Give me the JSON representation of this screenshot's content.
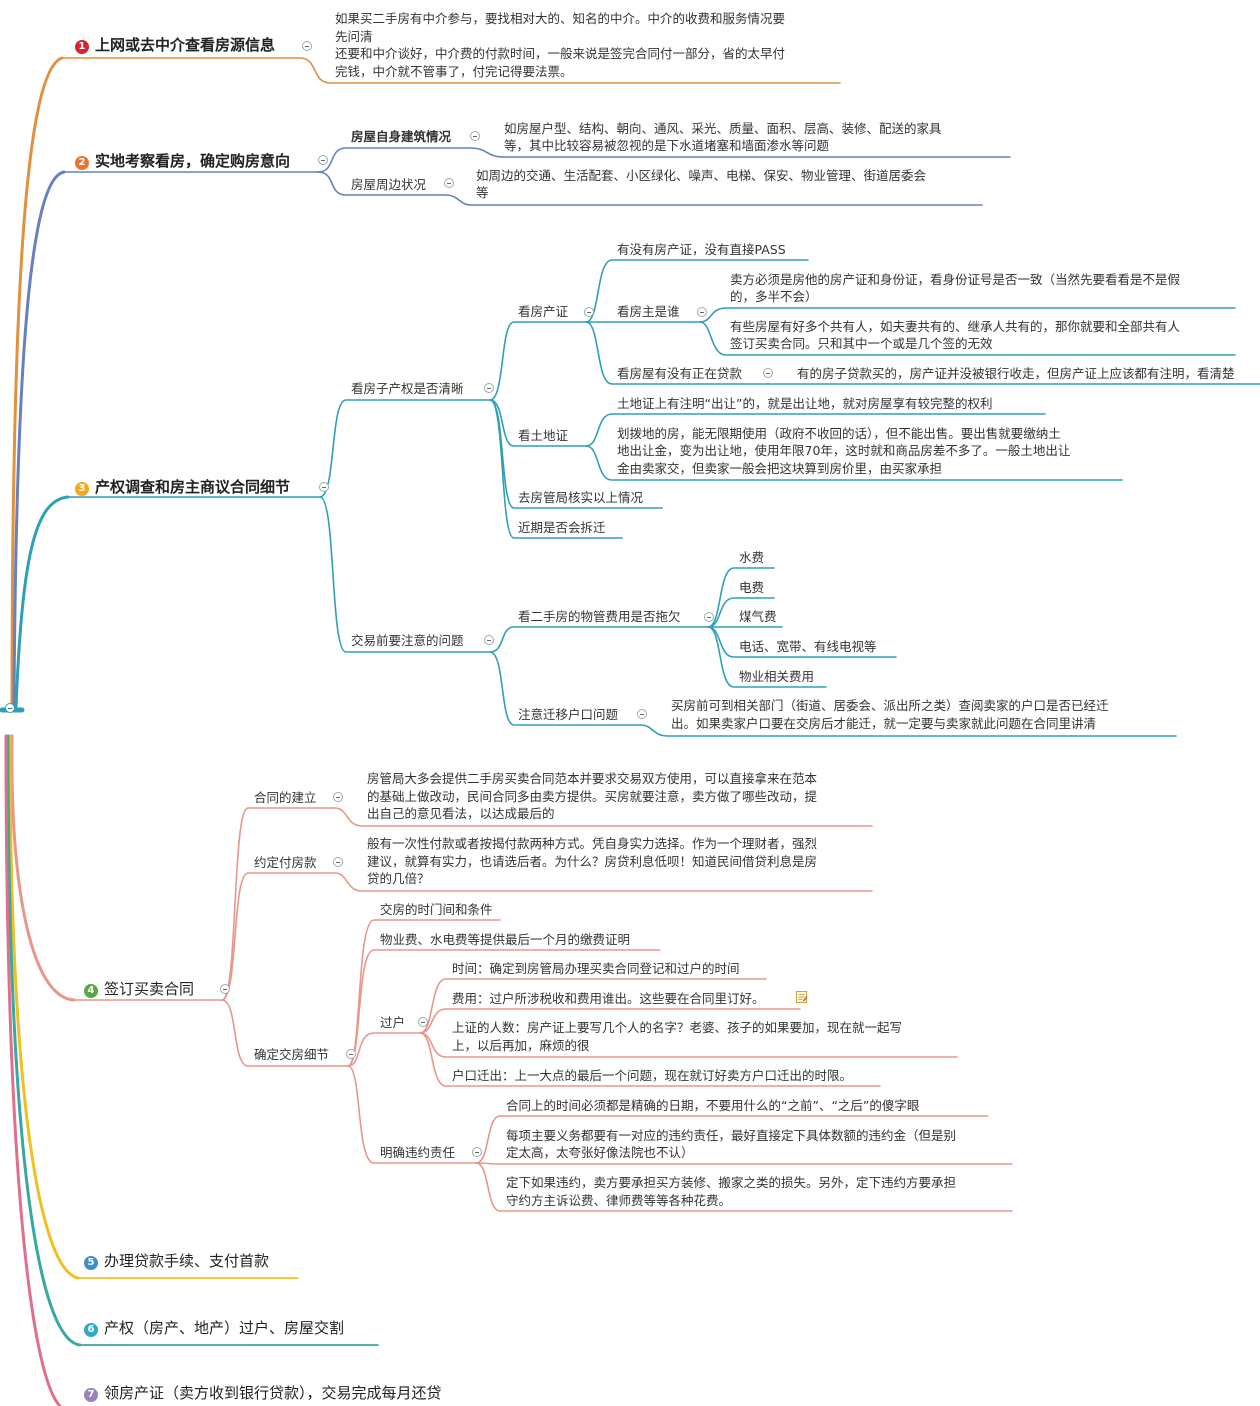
{
  "colors": {
    "branch1": "#e0913e",
    "branch2": "#6680c0",
    "branch3": "#2f9fb8",
    "branch4": "#e8958a",
    "branch5": "#f0c020",
    "branch6": "#38a8a0",
    "branch7": "#e06f8c",
    "badge1": "#d9232d",
    "badge2": "#e8772e",
    "badge3": "#f2a91e",
    "badge4": "#5aa845",
    "badge5": "#3a8fd0",
    "badge6": "#35a7c6",
    "badge7": "#9e7fc0"
  },
  "icons": [
    "collapse-toggle-icon",
    "note-icon"
  ],
  "b1": {
    "num": "1",
    "title": "上网或去中介查看房源信息",
    "note_l1": "如果买二手房有中介参与，要找相对大的、知名的中介。中介的收费和服务情况要",
    "note_l2": "先问清",
    "note_l3": "还要和中介谈好，中介费的付款时间，一般来说是签完合同付一部分，省的太早付",
    "note_l4": "完钱，中介就不管事了，付完记得要法票。"
  },
  "b2": {
    "num": "2",
    "title": "实地考察看房，确定购房意向",
    "c1": "房屋自身建筑情况",
    "c1_l1": "如房屋户型、结构、朝向、通风、采光、质量、面积、层高、装修、配送的家具",
    "c1_l2": "等，其中比较容易被忽视的是下水道堵塞和墙面渗水等问题",
    "c2": "房屋周边状况",
    "c2_l1": "如周边的交通、生活配套、小区绿化、噪声、电梯、保安、物业管理、街道居委会",
    "c2_l2": "等"
  },
  "b3": {
    "num": "3",
    "title": "产权调查和房主商议合同细节",
    "a": "看房子产权是否清晰",
    "a1": "看房产证",
    "a1a": "有没有房产证，没有直接PASS",
    "a1b": "看房主是谁",
    "a1b1_l1": "卖方必须是房他的房产证和身份证，看身份证号是否一致（当然先要看看是不是假",
    "a1b1_l2": "的，多半不会）",
    "a1b2_l1": "有些房屋有好多个共有人，如夫妻共有的、继承人共有的，那你就要和全部共有人",
    "a1b2_l2": "签订买卖合同。只和其中一个或是几个签的无效",
    "a1c": "看房屋有没有正在贷款",
    "a1c1": "有的房子贷款买的，房产证并没被银行收走，但房产证上应该都有注明，看清楚",
    "a2": "看土地证",
    "a2a": "土地证上有注明“出让”的，就是出让地，就对房屋享有较完整的权利",
    "a2b_l1": "划拨地的房，能无限期使用（政府不收回的话），但不能出售。要出售就要缴纳土",
    "a2b_l2": "地出让金，变为出让地，使用年限70年，这时就和商品房差不多了。一般土地出让",
    "a2b_l3": "金由卖家交，但卖家一般会把这块算到房价里，由买家承担",
    "a3": "去房管局核实以上情况",
    "a4": "近期是否会拆迁",
    "b": "交易前要注意的问题",
    "b1": "看二手房的物管费用是否拖欠",
    "b1a": "水费",
    "b1b": "电费",
    "b1c": "煤气费",
    "b1d": "电话、宽带、有线电视等",
    "b1e": "物业相关费用",
    "b2": "注意迁移户口问题",
    "b2a_l1": "买房前可到相关部门（街道、居委会、派出所之类）查阅卖家的户口是否已经迁",
    "b2a_l2": "出。如果卖家户口要在交房后才能迁，就一定要与卖家就此问题在合同里讲清"
  },
  "b4": {
    "num": "4",
    "title": "签订买卖合同",
    "a": "合同的建立",
    "a_l1": "房管局大多会提供二手房买卖合同范本并要求交易双方使用，可以直接拿来在范本",
    "a_l2": "的基础上做改动，民间合同多由卖方提供。买房就要注意，卖方做了哪些改动，提",
    "a_l3": "出自己的意见看法，以达成最后的",
    "b": "约定付房款",
    "b_l1": "般有一次性付款或者按揭付款两种方式。凭自身实力选择。作为一个理财者，强烈",
    "b_l2": "建议，就算有实力，也请选后者。为什么？房贷利息低呗！知道民间借贷利息是房",
    "b_l3": "贷的几倍？",
    "c": "确定交房细节",
    "c1": "交房的时门间和条件",
    "c2": "物业费、水电费等提供最后一个月的缴费证明",
    "c3": "过户",
    "c3a": "时间：确定到房管局办理买卖合同登记和过户的时间",
    "c3b": "费用：过户所涉税收和费用谁出。这些要在合同里订好。",
    "c3c_l1": "上证的人数：房产证上要写几个人的名字？老婆、孩子的如果要加，现在就一起写",
    "c3c_l2": "上，以后再加，麻烦的很",
    "c3d": "户口迁出：上一大点的最后一个问题，现在就订好卖方户口迁出的时限。",
    "c4": "明确违约责任",
    "c4a": "合同上的时间必须都是精确的日期，不要用什么的“之前”、“之后”的傻字眼",
    "c4b_l1": "每项主要义务都要有一对应的违约责任，最好直接定下具体数额的违约金（但是别",
    "c4b_l2": "定太高，太夸张好像法院也不认）",
    "c4c_l1": "定下如果违约，卖方要承担买方装修、搬家之类的损失。另外，定下违约方要承担",
    "c4c_l2": "守约方主诉讼费、律师费等等各种花费。"
  },
  "b5": {
    "num": "5",
    "title": "办理贷款手续、支付首款"
  },
  "b6": {
    "num": "6",
    "title": "产权（房产、地产）过户、房屋交割"
  },
  "b7": {
    "num": "7",
    "title": "领房产证（卖方收到银行贷款），交易完成每月还贷"
  }
}
